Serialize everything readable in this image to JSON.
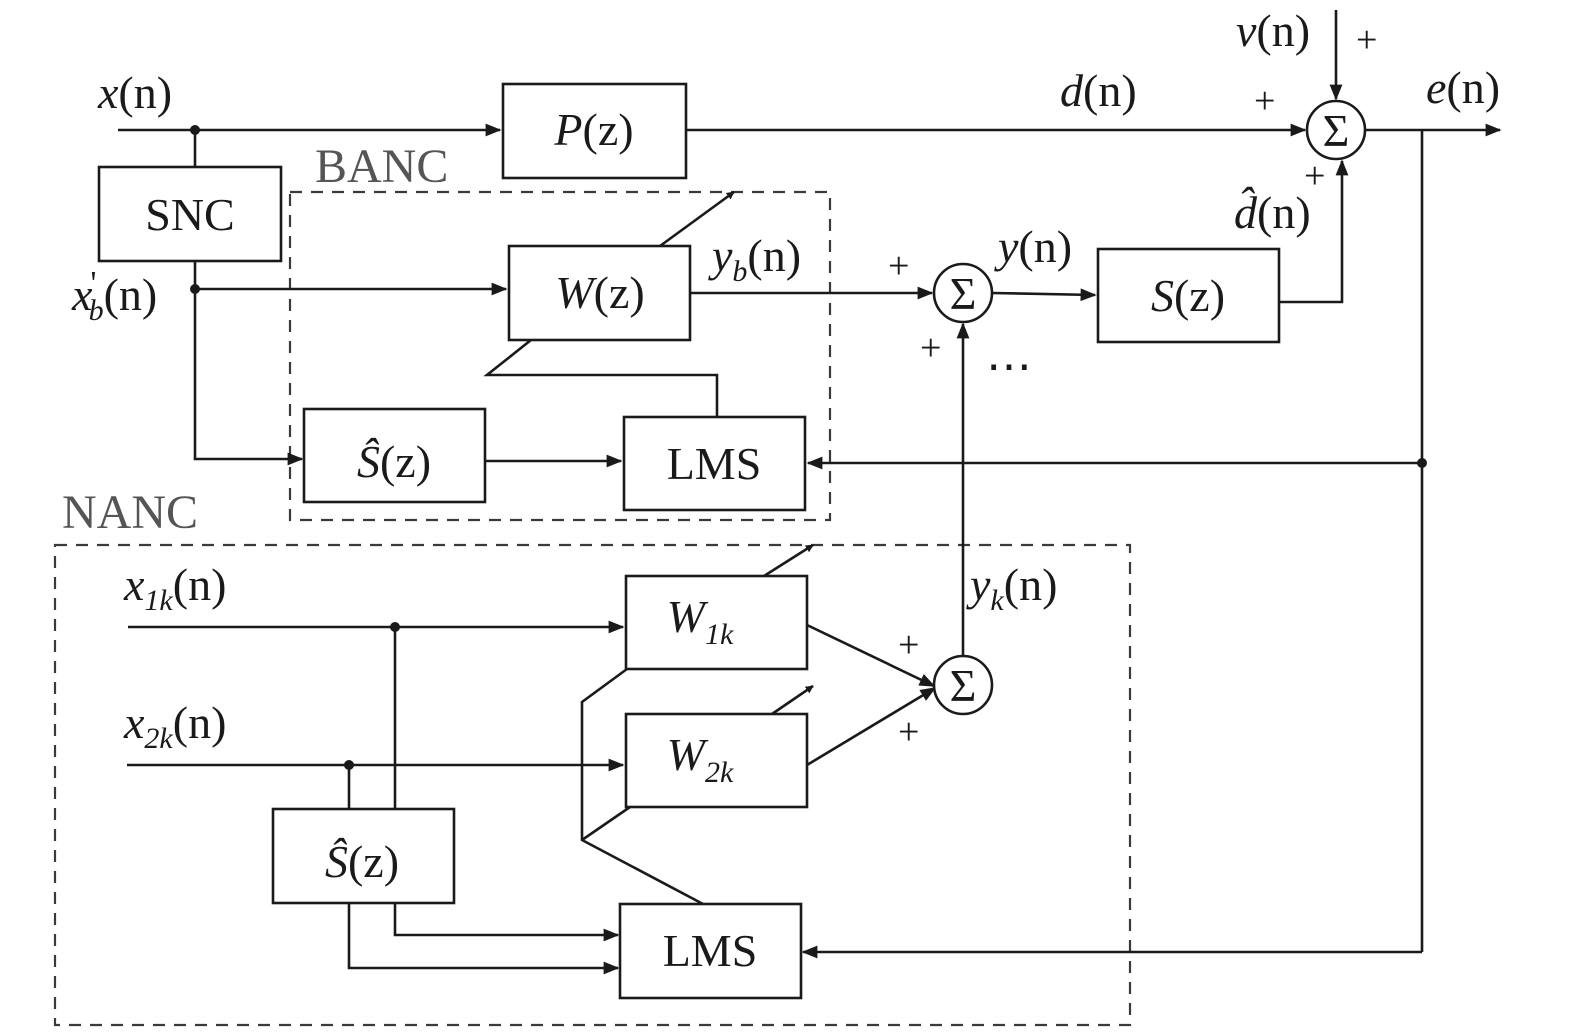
{
  "groups": {
    "banc": "BANC",
    "nanc": "NANC"
  },
  "blocks": {
    "p": {
      "main": "P",
      "arg": "(z)"
    },
    "snc": "SNC",
    "w": {
      "main": "W",
      "arg": "(z)"
    },
    "s": {
      "main": "S",
      "arg": "(z)"
    },
    "shat_banc": {
      "main": "Ŝ",
      "arg": "(z)"
    },
    "lms_banc": "LMS",
    "w1k": {
      "main": "W",
      "sub": "1k"
    },
    "w2k": {
      "main": "W",
      "sub": "2k"
    },
    "shat_nanc": {
      "main": "Ŝ",
      "arg": "(z)"
    },
    "lms_nanc": "LMS"
  },
  "signals": {
    "x": {
      "main": "x",
      "arg": "(n)"
    },
    "d": {
      "main": "d",
      "arg": "(n)"
    },
    "v": {
      "main": "v",
      "arg": "(n)"
    },
    "e": {
      "main": "e",
      "arg": "(n)"
    },
    "dhat": {
      "main": "d̂",
      "arg": "(n)"
    },
    "y": {
      "main": "y",
      "arg": "(n)"
    },
    "yb": {
      "main": "y",
      "sub": "b",
      "arg": "(n)"
    },
    "xb": {
      "main": "x",
      "prime": "'",
      "sub": "b",
      "arg": "(n)"
    },
    "x1k": {
      "main": "x",
      "sub": "1k",
      "arg": "(n)"
    },
    "x2k": {
      "main": "x",
      "sub": "2k",
      "arg": "(n)"
    },
    "yk": {
      "main": "y",
      "sub": "k",
      "arg": "(n)"
    }
  },
  "summing": {
    "sigma": "Σ",
    "plus": "+",
    "ellipsis": "⋯"
  },
  "colors": {
    "line": "#1a1a1a",
    "group_label": "#555555",
    "background": "#ffffff"
  }
}
